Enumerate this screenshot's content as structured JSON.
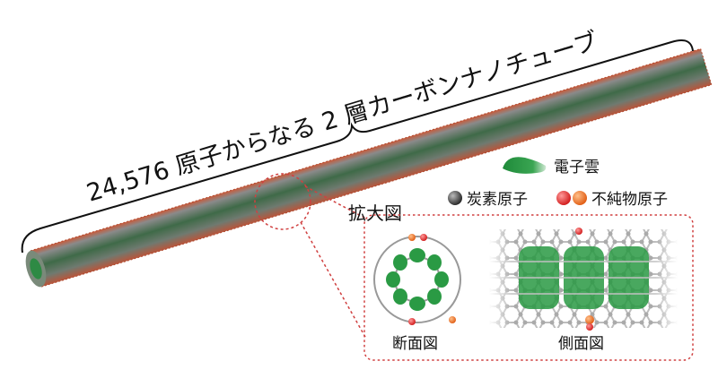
{
  "title": "24,576 原子からなる 2 層カーボンナノチューブ",
  "legend": {
    "electron_cloud": "電子雲",
    "carbon_atom": "炭素原子",
    "impurity_atom": "不純物原子"
  },
  "zoom_label": "拡大図",
  "views": {
    "cross_section": "断面図",
    "side_view": "側面図"
  },
  "colors": {
    "cloud": "#2e9e4a",
    "carbon": "#555555",
    "impurity_red": "#e23a3a",
    "impurity_orange": "#ef7a2a",
    "box": "#d04040"
  }
}
